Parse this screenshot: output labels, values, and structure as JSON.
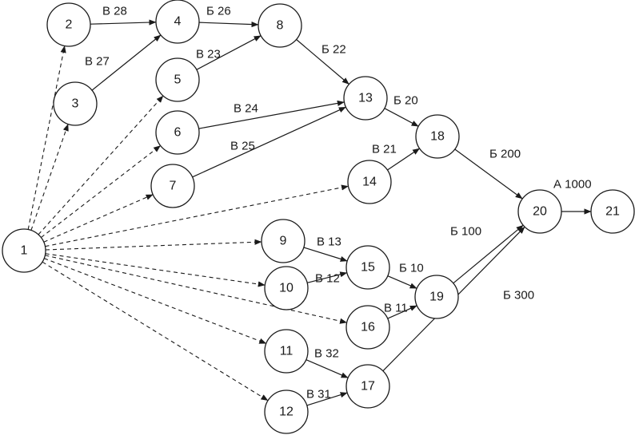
{
  "nodes": [
    {
      "id": "1",
      "label": "1"
    },
    {
      "id": "2",
      "label": "2"
    },
    {
      "id": "3",
      "label": "3"
    },
    {
      "id": "4",
      "label": "4"
    },
    {
      "id": "5",
      "label": "5"
    },
    {
      "id": "6",
      "label": "6"
    },
    {
      "id": "7",
      "label": "7"
    },
    {
      "id": "8",
      "label": "8"
    },
    {
      "id": "9",
      "label": "9"
    },
    {
      "id": "10",
      "label": "10"
    },
    {
      "id": "11",
      "label": "11"
    },
    {
      "id": "12",
      "label": "12"
    },
    {
      "id": "13",
      "label": "13"
    },
    {
      "id": "14",
      "label": "14"
    },
    {
      "id": "15",
      "label": "15"
    },
    {
      "id": "16",
      "label": "16"
    },
    {
      "id": "17",
      "label": "17"
    },
    {
      "id": "18",
      "label": "18"
    },
    {
      "id": "19",
      "label": "19"
    },
    {
      "id": "20",
      "label": "20"
    },
    {
      "id": "21",
      "label": "21"
    }
  ],
  "edges": [
    {
      "from": "1",
      "to": "2",
      "style": "dashed",
      "label": ""
    },
    {
      "from": "1",
      "to": "3",
      "style": "dashed",
      "label": ""
    },
    {
      "from": "1",
      "to": "5",
      "style": "dashed",
      "label": ""
    },
    {
      "from": "1",
      "to": "6",
      "style": "dashed",
      "label": ""
    },
    {
      "from": "1",
      "to": "7",
      "style": "dashed",
      "label": ""
    },
    {
      "from": "1",
      "to": "14",
      "style": "dashed",
      "label": ""
    },
    {
      "from": "1",
      "to": "9",
      "style": "dashed",
      "label": ""
    },
    {
      "from": "1",
      "to": "10",
      "style": "dashed",
      "label": ""
    },
    {
      "from": "1",
      "to": "16",
      "style": "dashed",
      "label": ""
    },
    {
      "from": "1",
      "to": "11",
      "style": "dashed",
      "label": ""
    },
    {
      "from": "1",
      "to": "12",
      "style": "dashed",
      "label": ""
    },
    {
      "from": "2",
      "to": "4",
      "style": "solid",
      "label": "В 28"
    },
    {
      "from": "3",
      "to": "4",
      "style": "solid",
      "label": "В 27"
    },
    {
      "from": "4",
      "to": "8",
      "style": "solid",
      "label": "Б 26"
    },
    {
      "from": "5",
      "to": "8",
      "style": "solid",
      "label": "В 23"
    },
    {
      "from": "8",
      "to": "13",
      "style": "solid",
      "label": "Б 22"
    },
    {
      "from": "6",
      "to": "13",
      "style": "solid",
      "label": "В 24"
    },
    {
      "from": "7",
      "to": "13",
      "style": "solid",
      "label": "В 25"
    },
    {
      "from": "13",
      "to": "18",
      "style": "solid",
      "label": "Б 20"
    },
    {
      "from": "14",
      "to": "18",
      "style": "solid",
      "label": "В 21"
    },
    {
      "from": "18",
      "to": "20",
      "style": "solid",
      "label": "Б 200"
    },
    {
      "from": "20",
      "to": "21",
      "style": "solid",
      "label": "А 1000"
    },
    {
      "from": "9",
      "to": "15",
      "style": "solid",
      "label": "В 13"
    },
    {
      "from": "10",
      "to": "15",
      "style": "solid",
      "label": "В 12"
    },
    {
      "from": "15",
      "to": "19",
      "style": "solid",
      "label": "Б 10"
    },
    {
      "from": "16",
      "to": "19",
      "style": "solid",
      "label": "В 11"
    },
    {
      "from": "19",
      "to": "20",
      "style": "solid",
      "label": "Б 100"
    },
    {
      "from": "11",
      "to": "17",
      "style": "solid",
      "label": "В 32"
    },
    {
      "from": "12",
      "to": "17",
      "style": "solid",
      "label": "В 31"
    },
    {
      "from": "17",
      "to": "20",
      "style": "solid",
      "label": "Б 300"
    }
  ]
}
